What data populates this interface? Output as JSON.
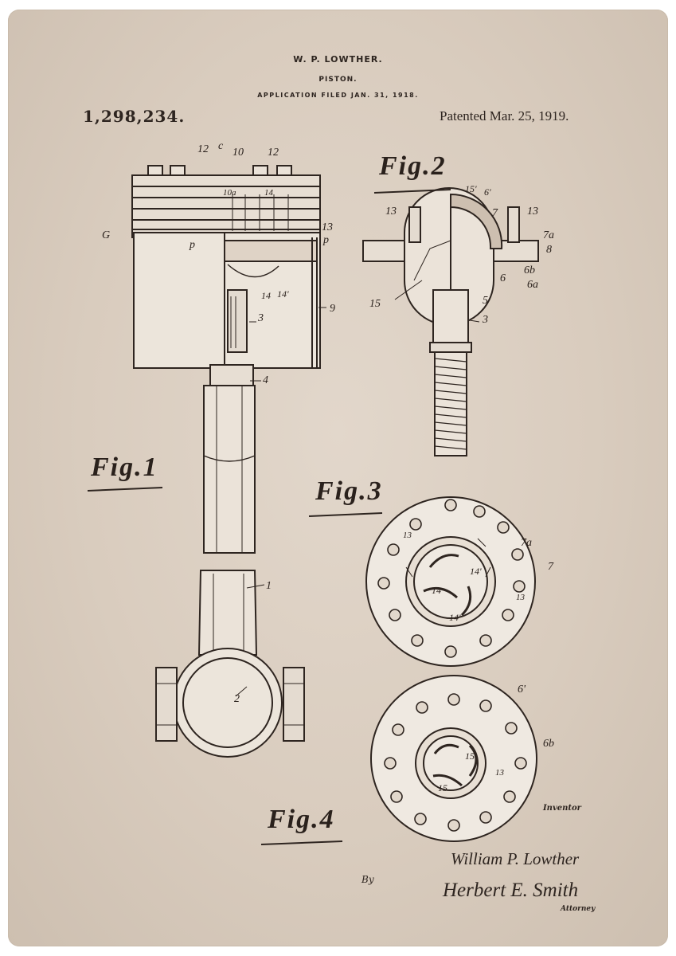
{
  "header": {
    "inventor_name": "W. P. LOWTHER.",
    "title": "PISTON.",
    "application": "APPLICATION FILED JAN. 31, 1918.",
    "patent_number": "1,298,234.",
    "patented_date": "Patented Mar. 25, 1919."
  },
  "figures": {
    "fig1": "Fig.1",
    "fig2": "Fig.2",
    "fig3": "Fig.3",
    "fig4": "Fig.4"
  },
  "labels": {
    "fig1": [
      "12",
      "c",
      "10",
      "12",
      "10a",
      "14",
      "13",
      "p",
      "G",
      "p",
      "14",
      "14'",
      "3",
      "9",
      "4",
      "1",
      "2"
    ],
    "fig2": [
      "15'",
      "6'",
      "13",
      "7",
      "13",
      "7a",
      "8",
      "6b",
      "6a",
      "6",
      "15",
      "5",
      "3"
    ],
    "fig3": [
      "7a",
      "14'",
      "7",
      "14",
      "13",
      "13",
      "14'"
    ],
    "fig4": [
      "6'",
      "6b",
      "15'",
      "13",
      "15"
    ]
  },
  "signatures": {
    "inventor_label": "Inventor",
    "inventor_signature": "William P. Lowther",
    "by": "By",
    "attorney_signature": "Herbert E. Smith",
    "attorney_label": "Attorney"
  },
  "colors": {
    "paper": "#ddd1c4",
    "ink": "#2e2520"
  }
}
